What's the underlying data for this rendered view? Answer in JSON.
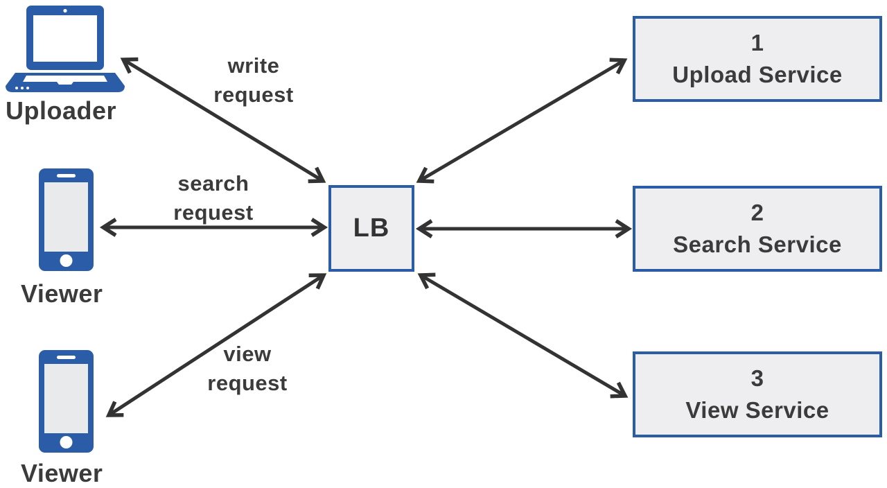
{
  "colors": {
    "accent_blue": "#2a5ca8",
    "box_fill": "#eeeef0",
    "arrow": "#333333",
    "text": "#3b3b3b",
    "screen_gray": "#e9eaeb"
  },
  "clients": [
    {
      "label": "Uploader",
      "icon": "laptop-icon"
    },
    {
      "label": "Viewer",
      "icon": "smartphone-icon"
    },
    {
      "label": "Viewer",
      "icon": "smartphone-icon"
    }
  ],
  "load_balancer": {
    "label": "LB"
  },
  "services": [
    {
      "number": "1",
      "name": "Upload Service"
    },
    {
      "number": "2",
      "name": "Search Service"
    },
    {
      "number": "3",
      "name": "View Service"
    }
  ],
  "request_labels": [
    {
      "line1": "write",
      "line2": "request"
    },
    {
      "line1": "search",
      "line2": "request"
    },
    {
      "line1": "view",
      "line2": "request"
    }
  ],
  "connections": [
    {
      "from": "Uploader",
      "to": "LB",
      "label": "write request",
      "bidirectional": true
    },
    {
      "from": "Viewer",
      "to": "LB",
      "label": "search request",
      "bidirectional": true
    },
    {
      "from": "Viewer",
      "to": "LB",
      "label": "view request",
      "bidirectional": true
    },
    {
      "from": "LB",
      "to": "1 Upload Service",
      "label": "",
      "bidirectional": true
    },
    {
      "from": "LB",
      "to": "2 Search Service",
      "label": "",
      "bidirectional": true
    },
    {
      "from": "LB",
      "to": "3 View Service",
      "label": "",
      "bidirectional": true
    }
  ]
}
